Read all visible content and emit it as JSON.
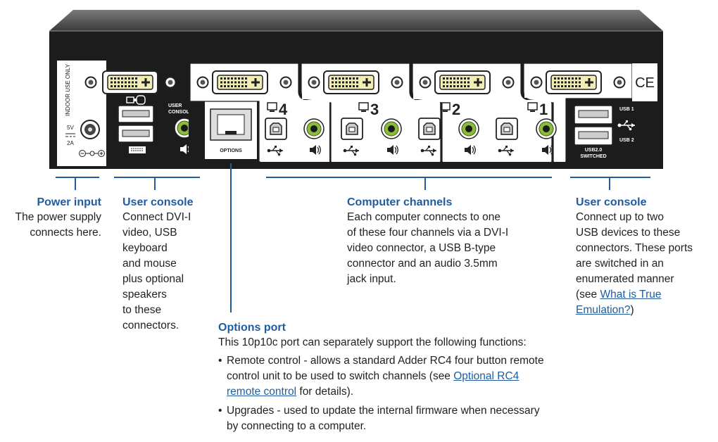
{
  "device": {
    "indoor_label": "INDOOR USE ONLY",
    "power_voltage": "5V",
    "power_current": "2A",
    "user_console_label_line1": "USER",
    "user_console_label_line2": "CONSOLE",
    "options_label": "OPTIONS",
    "usb1_label": "USB 1",
    "usb2_label": "USB 2",
    "usb_switched_line1": "USB2.0",
    "usb_switched_line2": "SWITCHED",
    "channels": [
      "4",
      "3",
      "2",
      "1"
    ],
    "ce_mark": "CE"
  },
  "callouts": {
    "power": {
      "title": "Power input",
      "lines": [
        "The power supply",
        "connects here."
      ]
    },
    "user_console_left": {
      "title": "User console",
      "lines": [
        "Connect DVI-I",
        "video, USB",
        "keyboard",
        "and mouse",
        "plus optional",
        "speakers",
        "to these",
        "connectors."
      ]
    },
    "computer_channels": {
      "title": "Computer channels",
      "lines": [
        "Each computer connects to one",
        "of these four channels via a DVI-I",
        "video connector, a USB B-type",
        "connector and an audio 3.5mm",
        "jack input."
      ]
    },
    "user_console_right": {
      "title": "User console",
      "lines": [
        "Connect up to two",
        "USB devices to these",
        "connectors. These ports",
        "are switched in an",
        "enumerated manner"
      ],
      "see_prefix": "(see ",
      "link_line1": "What is True",
      "link_line2": "Emulation?",
      "see_suffix": ")"
    },
    "options_port": {
      "title": "Options port",
      "intro": "This 10p10c port can separately support the following functions:",
      "bullet1_text_a": "Remote control - allows a standard Adder RC4 four button remote",
      "bullet1_text_b": "control unit to be used to switch channels (see ",
      "bullet1_link_a": "Optional RC4",
      "bullet1_link_b": "remote control",
      "bullet1_suffix": " for details).",
      "bullet2_line1": "Upgrades - used to update the internal firmware when necessary",
      "bullet2_line2": "by connecting to a computer.",
      "bullet_char": "•"
    }
  },
  "colors": {
    "accent": "#1f5da0",
    "chassis_top": "#5a5a5a",
    "chassis_panel": "#1c1c1c",
    "port_yellow": "#f2edb5",
    "audio_green": "#8bbb3a"
  }
}
